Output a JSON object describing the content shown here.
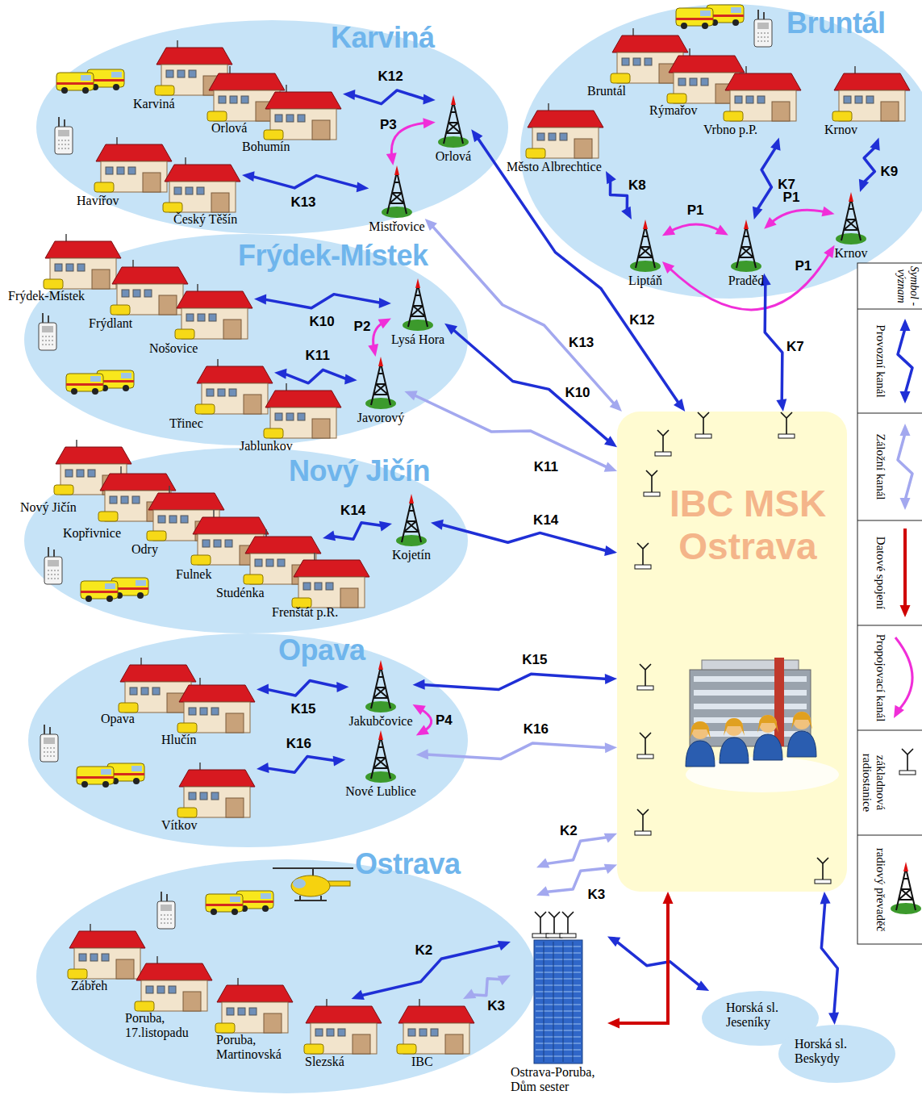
{
  "diagram": {
    "nodes": [
      {
        "text": [
          "Karviná"
        ]
      },
      {
        "text": [
          "Karviná"
        ],
        "in": 0
      },
      {
        "text": [
          "Orlová"
        ],
        "in": 0
      },
      {
        "text": [
          "Bohumín"
        ],
        "in": 0
      },
      {
        "text": [
          "Havířov"
        ],
        "in": 0
      },
      {
        "text": [
          "Český Těšín"
        ],
        "in": 0
      },
      {
        "text": [
          "Orlová"
        ],
        "in": 0
      },
      {
        "text": [
          "Mistřovice"
        ],
        "in": 0
      },
      {
        "text": [
          "Bruntál"
        ]
      },
      {
        "text": [
          "Bruntál"
        ],
        "in": 8
      },
      {
        "text": [
          "Rýmařov"
        ],
        "in": 8
      },
      {
        "text": [
          "Vrbno p.P."
        ],
        "in": 8
      },
      {
        "text": [
          "Krnov"
        ],
        "in": 8
      },
      {
        "text": [
          "Město Albrechtice"
        ],
        "in": 8
      },
      {
        "text": [
          "Liptáň"
        ],
        "in": 8
      },
      {
        "text": [
          "Praděd"
        ],
        "in": 8
      },
      {
        "text": [
          "Krnov"
        ],
        "in": 8
      },
      {
        "text": [
          "Frýdek-Místek"
        ]
      },
      {
        "text": [
          "Frýdek-Místek"
        ],
        "in": 17
      },
      {
        "text": [
          "Frýdlant"
        ],
        "in": 17
      },
      {
        "text": [
          "Nošovice"
        ],
        "in": 17
      },
      {
        "text": [
          "Třinec"
        ],
        "in": 17
      },
      {
        "text": [
          "Jablunkov"
        ],
        "in": 17
      },
      {
        "text": [
          "Lysá Hora"
        ],
        "in": 17
      },
      {
        "text": [
          "Javorový"
        ],
        "in": 17
      },
      {
        "text": [
          "Nový Jičín"
        ]
      },
      {
        "text": [
          "Nový Jičín"
        ],
        "in": 25
      },
      {
        "text": [
          "Kopřivnice"
        ],
        "in": 25
      },
      {
        "text": [
          "Odry"
        ],
        "in": 25
      },
      {
        "text": [
          "Fulnek"
        ],
        "in": 25
      },
      {
        "text": [
          "Studénka"
        ],
        "in": 25
      },
      {
        "text": [
          "Frenštát p.R."
        ],
        "in": 25
      },
      {
        "text": [
          "Kojetín"
        ],
        "in": 25
      },
      {
        "text": [
          "Opava"
        ]
      },
      {
        "text": [
          "Opava"
        ],
        "in": 33
      },
      {
        "text": [
          "Hlučín"
        ],
        "in": 33
      },
      {
        "text": [
          "Vítkov"
        ],
        "in": 33
      },
      {
        "text": [
          "Jakubčovice"
        ],
        "in": 33
      },
      {
        "text": [
          "Nové Lublice"
        ],
        "in": 33
      },
      {
        "text": [
          "Ostrava"
        ]
      },
      {
        "text": [
          "Zábřeh"
        ],
        "in": 39
      },
      {
        "text": [
          "Poruba, 17.listopadu"
        ],
        "in": 39
      },
      {
        "text": [
          "Poruba, Martinovská"
        ],
        "in": 39
      },
      {
        "text": [
          "Slezská"
        ],
        "in": 39
      },
      {
        "text": [
          "IBC"
        ],
        "in": 39
      },
      {
        "text": [
          "IBC MSK Ostrava"
        ]
      },
      {
        "text": [
          "Ostrava-Poruba, Dům sester"
        ]
      },
      {
        "text": [
          "Horská sl. Jeseníky"
        ]
      },
      {
        "text": [
          "Horská sl. Beskydy"
        ]
      }
    ],
    "edges": [
      {
        "from": 3,
        "to": 6,
        "arrow": "both",
        "label": "K12"
      },
      {
        "from": 5,
        "to": 7,
        "arrow": "both",
        "label": "K13"
      },
      {
        "from": 6,
        "to": 7,
        "arrow": "both",
        "label": "P3"
      },
      {
        "from": 6,
        "to": 45,
        "arrow": "both",
        "label": "K12"
      },
      {
        "from": 7,
        "to": 45,
        "arrow": "both",
        "label": "K13"
      },
      {
        "from": 13,
        "to": 14,
        "arrow": "both",
        "label": "K8"
      },
      {
        "from": 11,
        "to": 15,
        "arrow": "both",
        "label": "K7"
      },
      {
        "from": 12,
        "to": 16,
        "arrow": "both",
        "label": "K9"
      },
      {
        "from": 14,
        "to": 15,
        "arrow": "both",
        "label": "P1"
      },
      {
        "from": 15,
        "to": 16,
        "arrow": "both",
        "label": "P1"
      },
      {
        "from": 14,
        "to": 16,
        "arrow": "both",
        "label": "P1"
      },
      {
        "from": 15,
        "to": 45,
        "arrow": "both",
        "label": "K7"
      },
      {
        "from": 20,
        "to": 23,
        "arrow": "both",
        "label": "K10"
      },
      {
        "from": 21,
        "to": 24,
        "arrow": "both",
        "label": "K11"
      },
      {
        "from": 23,
        "to": 24,
        "arrow": "both",
        "label": "P2"
      },
      {
        "from": 23,
        "to": 45,
        "arrow": "both",
        "label": "K10"
      },
      {
        "from": 24,
        "to": 45,
        "arrow": "both",
        "label": "K11"
      },
      {
        "from": 30,
        "to": 32,
        "arrow": "both",
        "label": "K14"
      },
      {
        "from": 32,
        "to": 45,
        "arrow": "both",
        "label": "K14"
      },
      {
        "from": 35,
        "to": 37,
        "arrow": "both",
        "label": "K15"
      },
      {
        "from": 36,
        "to": 38,
        "arrow": "both",
        "label": "K16"
      },
      {
        "from": 37,
        "to": 38,
        "arrow": "both",
        "label": "P4"
      },
      {
        "from": 37,
        "to": 45,
        "arrow": "both",
        "label": "K15"
      },
      {
        "from": 38,
        "to": 45,
        "arrow": "both",
        "label": "K16"
      },
      {
        "from": 45,
        "to": 39,
        "arrow": "both",
        "label": "K2"
      },
      {
        "from": 45,
        "to": 39,
        "arrow": "both",
        "label": "K3"
      },
      {
        "from": 46,
        "to": 43,
        "arrow": "both",
        "label": "K2"
      },
      {
        "from": 46,
        "to": 44,
        "arrow": "both",
        "label": "K3"
      },
      {
        "from": 46,
        "to": 47,
        "arrow": "both"
      },
      {
        "from": 45,
        "to": 48,
        "arrow": "both"
      },
      {
        "from": 46,
        "to": 45,
        "arrow": "both"
      }
    ],
    "labels": [
      "Symbol - význam"
    ],
    "legend": [
      {
        "text": "Provozní kanál"
      },
      {
        "text": "Záložní kanál"
      },
      {
        "text": "Datové spojení"
      },
      {
        "text": "Propojovací kanál"
      },
      {
        "text": "základnová radiostanice"
      },
      {
        "text": "radiový převaděč"
      }
    ]
  }
}
